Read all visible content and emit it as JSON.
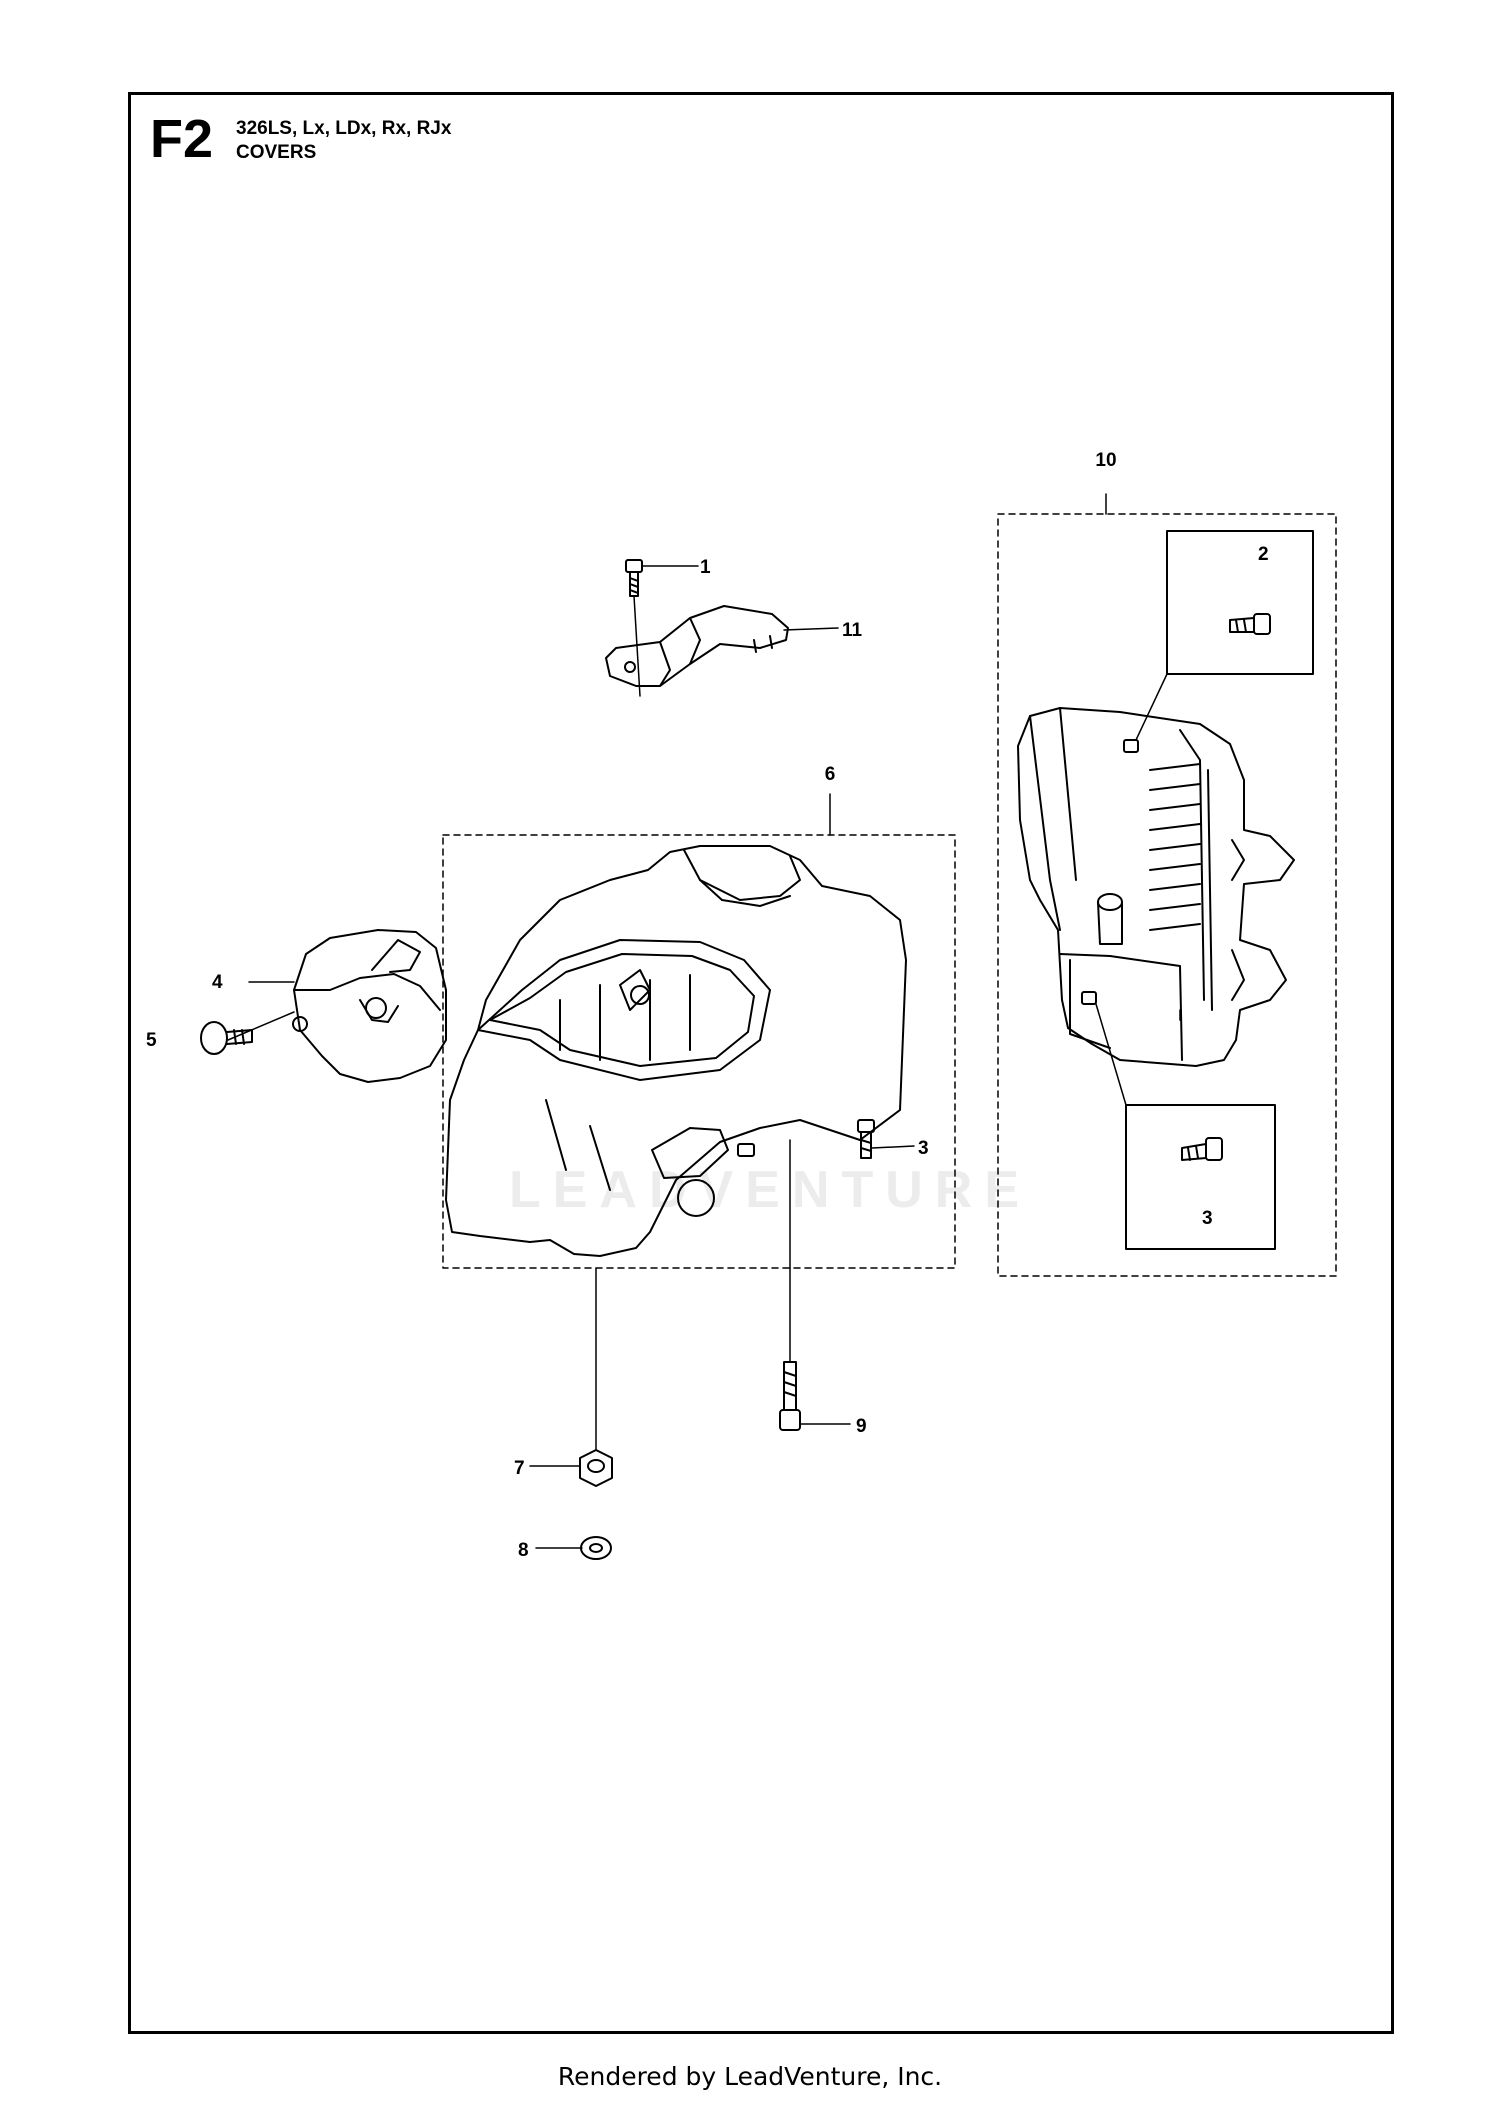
{
  "header": {
    "figure_code": "F2",
    "models": "326LS, Lx, LDx, Rx, RJx",
    "section": "COVERS"
  },
  "callouts": [
    {
      "id": "1",
      "label": "1"
    },
    {
      "id": "11",
      "label": "11"
    },
    {
      "id": "6",
      "label": "6"
    },
    {
      "id": "4",
      "label": "4"
    },
    {
      "id": "5",
      "label": "5"
    },
    {
      "id": "3a",
      "label": "3"
    },
    {
      "id": "9",
      "label": "9"
    },
    {
      "id": "7",
      "label": "7"
    },
    {
      "id": "8",
      "label": "8"
    },
    {
      "id": "10",
      "label": "10"
    },
    {
      "id": "2",
      "label": "2"
    },
    {
      "id": "3b",
      "label": "3"
    }
  ],
  "watermark": "LEADVENTURE",
  "footer": "Rendered by LeadVenture, Inc."
}
